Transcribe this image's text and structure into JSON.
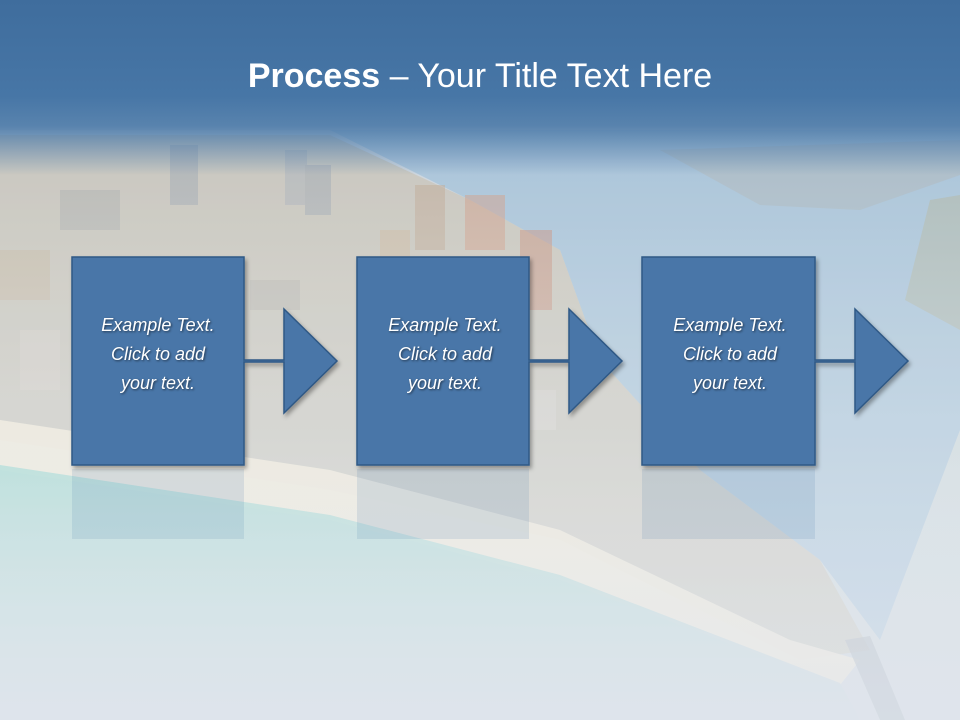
{
  "title": {
    "bold": "Process",
    "dash": " – ",
    "rest": "Your Title Text Here"
  },
  "steps": [
    {
      "lines": [
        "Example Text.",
        "Click  to add",
        "your text."
      ]
    },
    {
      "lines": [
        "Example Text.",
        "Click  to add",
        "your text."
      ]
    },
    {
      "lines": [
        "Example Text.",
        "Click  to add",
        "your text."
      ]
    }
  ],
  "colors": {
    "title_band": "#426f9f",
    "box_fill": "#4a76a8",
    "box_border": "#2f5885",
    "ocean": "#5fc3b0",
    "beach": "#ece4cf"
  }
}
